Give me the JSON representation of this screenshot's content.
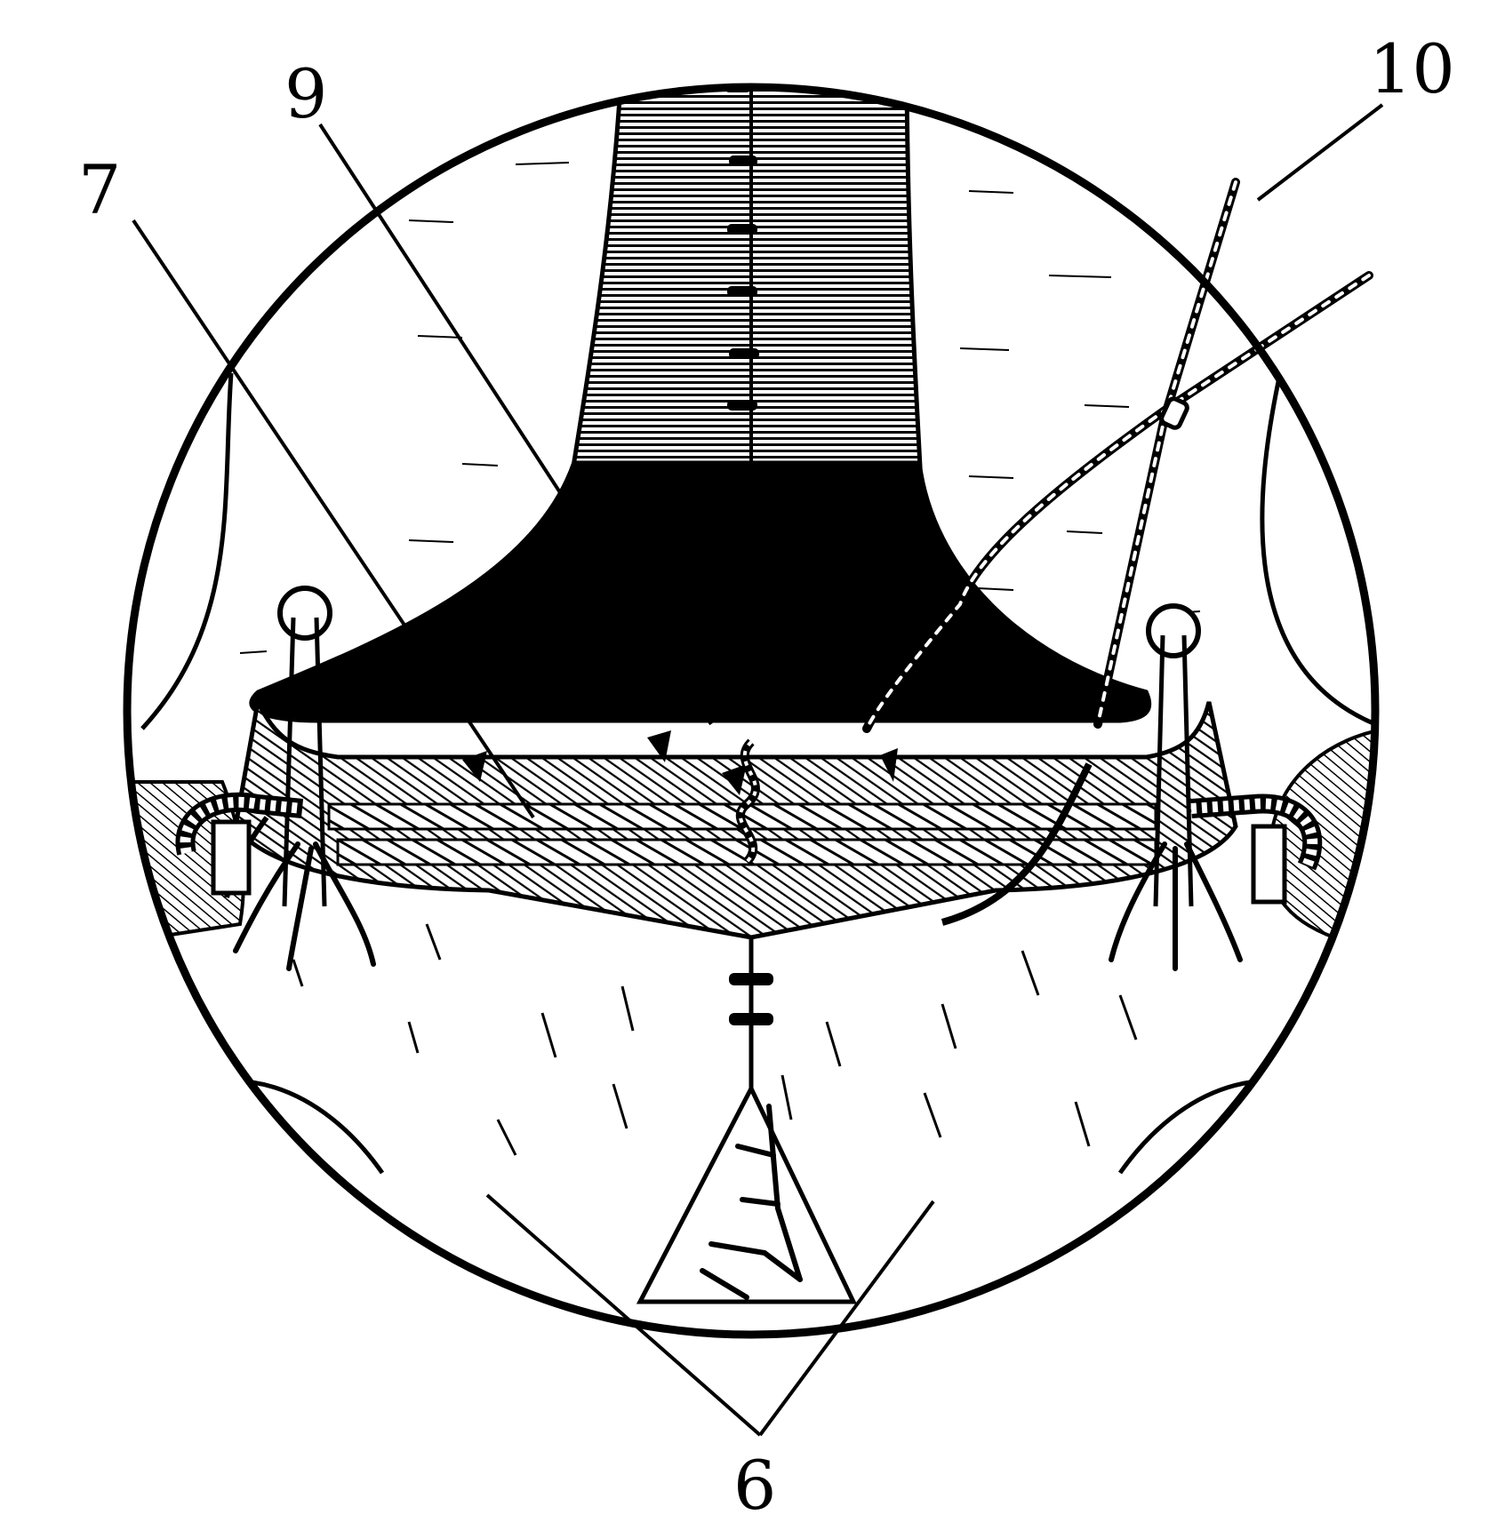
{
  "labels": {
    "label_6": "6",
    "label_7": "7",
    "label_9": "9",
    "label_10": "10"
  },
  "colors": {
    "ink": "#000000",
    "paper": "#ffffff"
  }
}
